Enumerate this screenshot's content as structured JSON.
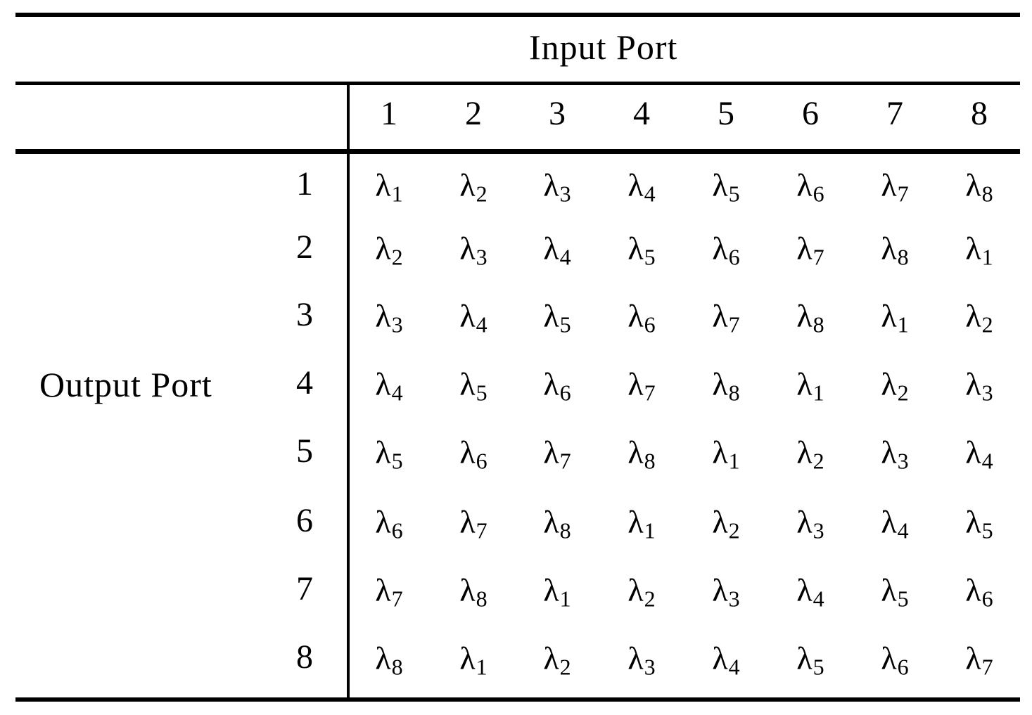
{
  "table": {
    "column_group_header": "Input Port",
    "row_group_header": "Output Port",
    "symbol": "λ",
    "input_ports": [
      "1",
      "2",
      "3",
      "4",
      "5",
      "6",
      "7",
      "8"
    ],
    "output_ports": [
      "1",
      "2",
      "3",
      "4",
      "5",
      "6",
      "7",
      "8"
    ],
    "rows": [
      [
        "1",
        "2",
        "3",
        "4",
        "5",
        "6",
        "7",
        "8"
      ],
      [
        "2",
        "3",
        "4",
        "5",
        "6",
        "7",
        "8",
        "1"
      ],
      [
        "3",
        "4",
        "5",
        "6",
        "7",
        "8",
        "1",
        "2"
      ],
      [
        "4",
        "5",
        "6",
        "7",
        "8",
        "1",
        "2",
        "3"
      ],
      [
        "5",
        "6",
        "7",
        "8",
        "1",
        "2",
        "3",
        "4"
      ],
      [
        "6",
        "7",
        "8",
        "1",
        "2",
        "3",
        "4",
        "5"
      ],
      [
        "7",
        "8",
        "1",
        "2",
        "3",
        "4",
        "5",
        "6"
      ],
      [
        "8",
        "1",
        "2",
        "3",
        "4",
        "5",
        "6",
        "7"
      ]
    ]
  }
}
